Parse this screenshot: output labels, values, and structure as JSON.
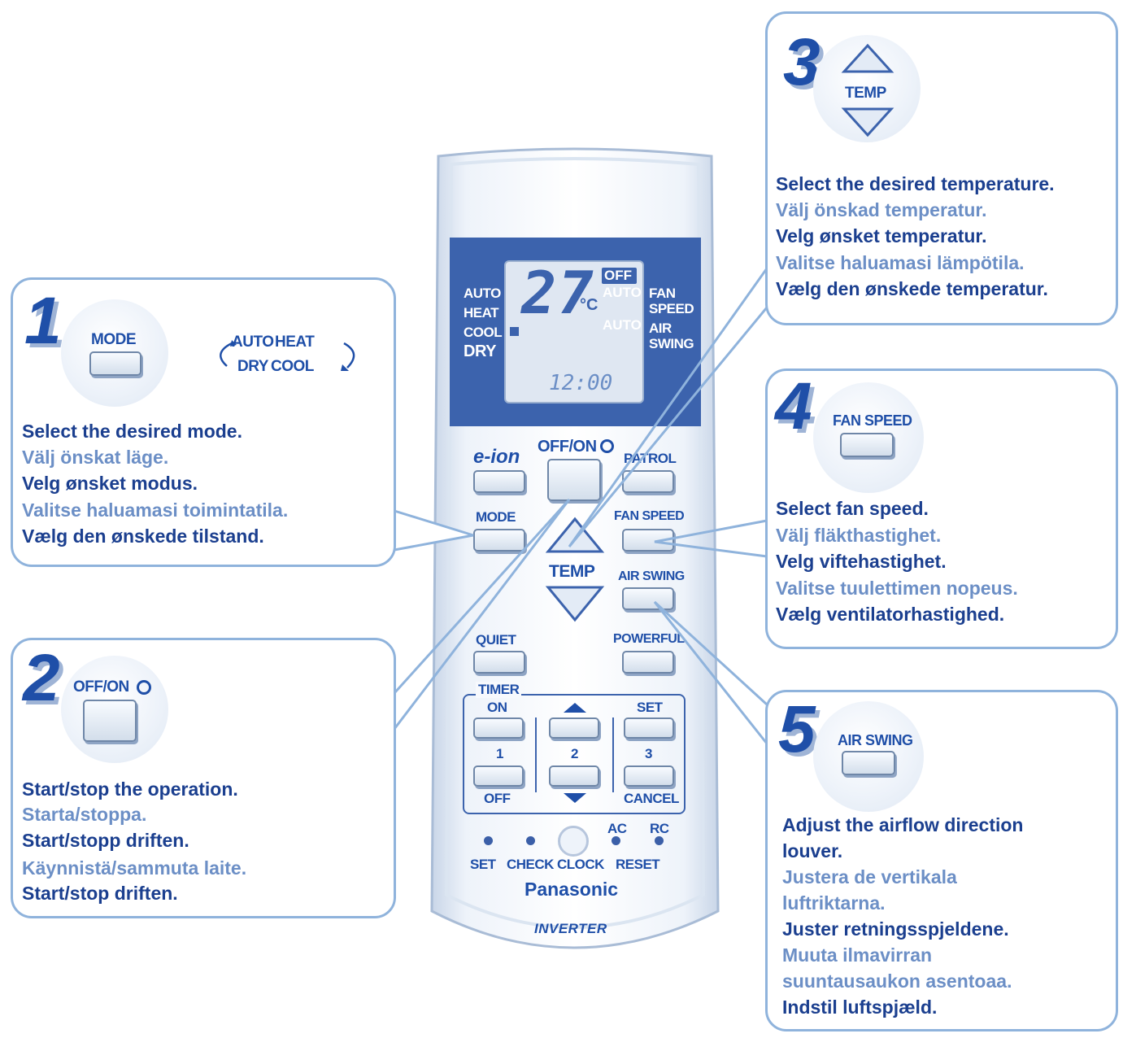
{
  "remote": {
    "lcd_left": [
      "AUTO",
      "HEAT",
      "COOL",
      "DRY"
    ],
    "lcd_temp": "27",
    "lcd_unit": "°C",
    "lcd_off": "OFF",
    "lcd_auto1": "AUTO",
    "lcd_auto2": "AUTO",
    "lcd_fan_speed": [
      "FAN",
      "SPEED"
    ],
    "lcd_air_swing": [
      "AIR",
      "SWING"
    ],
    "lcd_clock": "12:00",
    "eion": "e-ion",
    "offon": "OFF/ON",
    "patrol": "PATROL",
    "mode": "MODE",
    "fan_speed": "FAN SPEED",
    "temp": "TEMP",
    "air_swing": "AIR SWING",
    "quiet": "QUIET",
    "powerful": "POWERFUL",
    "timer": "TIMER",
    "on": "ON",
    "set_top": "SET",
    "n1": "1",
    "n2": "2",
    "n3": "3",
    "off": "OFF",
    "cancel": "CANCEL",
    "ac": "AC",
    "rc": "RC",
    "set": "SET",
    "check": "CHECK",
    "clock": "CLOCK",
    "reset": "RESET",
    "brand": "Panasonic",
    "inverter": "INVERTER"
  },
  "callouts": [
    {
      "number": "1",
      "button": "MODE",
      "cycle": [
        "AUTO",
        "HEAT",
        "DRY",
        "COOL"
      ],
      "lines": [
        {
          "text": "Select the desired mode.",
          "tone": "dark"
        },
        {
          "text": "Välj önskat läge.",
          "tone": "light"
        },
        {
          "text": "Velg ønsket modus.",
          "tone": "dark"
        },
        {
          "text": "Valitse haluamasi toimintatila.",
          "tone": "light"
        },
        {
          "text": "Vælg den ønskede tilstand.",
          "tone": "dark"
        }
      ]
    },
    {
      "number": "2",
      "button": "OFF/ON",
      "lines": [
        {
          "text": "Start/stop the operation.",
          "tone": "dark"
        },
        {
          "text": "Starta/stoppa.",
          "tone": "light"
        },
        {
          "text": "Start/stopp driften.",
          "tone": "dark"
        },
        {
          "text": "Käynnistä/sammuta laite.",
          "tone": "light"
        },
        {
          "text": "Start/stop driften.",
          "tone": "dark"
        }
      ]
    },
    {
      "number": "3",
      "button": "TEMP",
      "lines": [
        {
          "text": "Select the desired temperature.",
          "tone": "dark"
        },
        {
          "text": "Välj önskad temperatur.",
          "tone": "light"
        },
        {
          "text": "Velg ønsket temperatur.",
          "tone": "dark"
        },
        {
          "text": "Valitse haluamasi lämpötila.",
          "tone": "light"
        },
        {
          "text": "Vælg den ønskede temperatur.",
          "tone": "dark"
        }
      ]
    },
    {
      "number": "4",
      "button": "FAN SPEED",
      "lines": [
        {
          "text": "Select fan speed.",
          "tone": "dark"
        },
        {
          "text": "Välj fläkthastighet.",
          "tone": "light"
        },
        {
          "text": "Velg viftehastighet.",
          "tone": "dark"
        },
        {
          "text": "Valitse tuulettimen nopeus.",
          "tone": "light"
        },
        {
          "text": "Vælg ventilatorhastighed.",
          "tone": "dark"
        }
      ]
    },
    {
      "number": "5",
      "button": "AIR SWING",
      "lines": [
        {
          "text": "Adjust the airflow direction",
          "tone": "dark"
        },
        {
          "text": "louver.",
          "tone": "dark"
        },
        {
          "text": "Justera de vertikala",
          "tone": "light"
        },
        {
          "text": "luftriktarna.",
          "tone": "light"
        },
        {
          "text": "Juster retningsspjeldene.",
          "tone": "dark"
        },
        {
          "text": "Muuta ilmavirran",
          "tone": "light"
        },
        {
          "text": "suuntausaukon asentoaa.",
          "tone": "light"
        },
        {
          "text": "Indstil luftspjæld.",
          "tone": "dark"
        }
      ]
    }
  ]
}
